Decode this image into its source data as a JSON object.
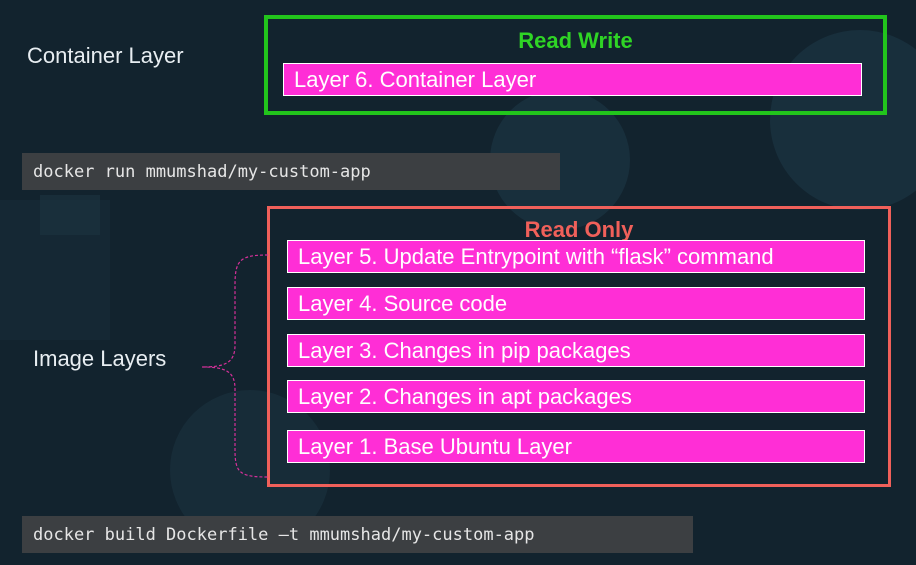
{
  "container_layer": {
    "label": "Container Layer",
    "group_title": "Read Write",
    "layers": [
      "Layer 6. Container Layer"
    ]
  },
  "image_layers": {
    "label": "Image Layers",
    "group_title": "Read Only",
    "layers": [
      "Layer 5. Update Entrypoint with “flask” command",
      "Layer 4. Source code",
      "Layer 3. Changes in pip packages",
      "Layer 2. Changes in apt packages",
      "Layer 1. Base Ubuntu Layer"
    ]
  },
  "commands": {
    "run": "docker run mmumshad/my-custom-app",
    "build": "docker build Dockerfile –t mmumshad/my-custom-app"
  },
  "colors": {
    "background": "#12232e",
    "read_write_border": "#22c51c",
    "read_only_border": "#f0605a",
    "layer_fill": "#ff2ed6",
    "command_bg": "#3c3f42"
  }
}
